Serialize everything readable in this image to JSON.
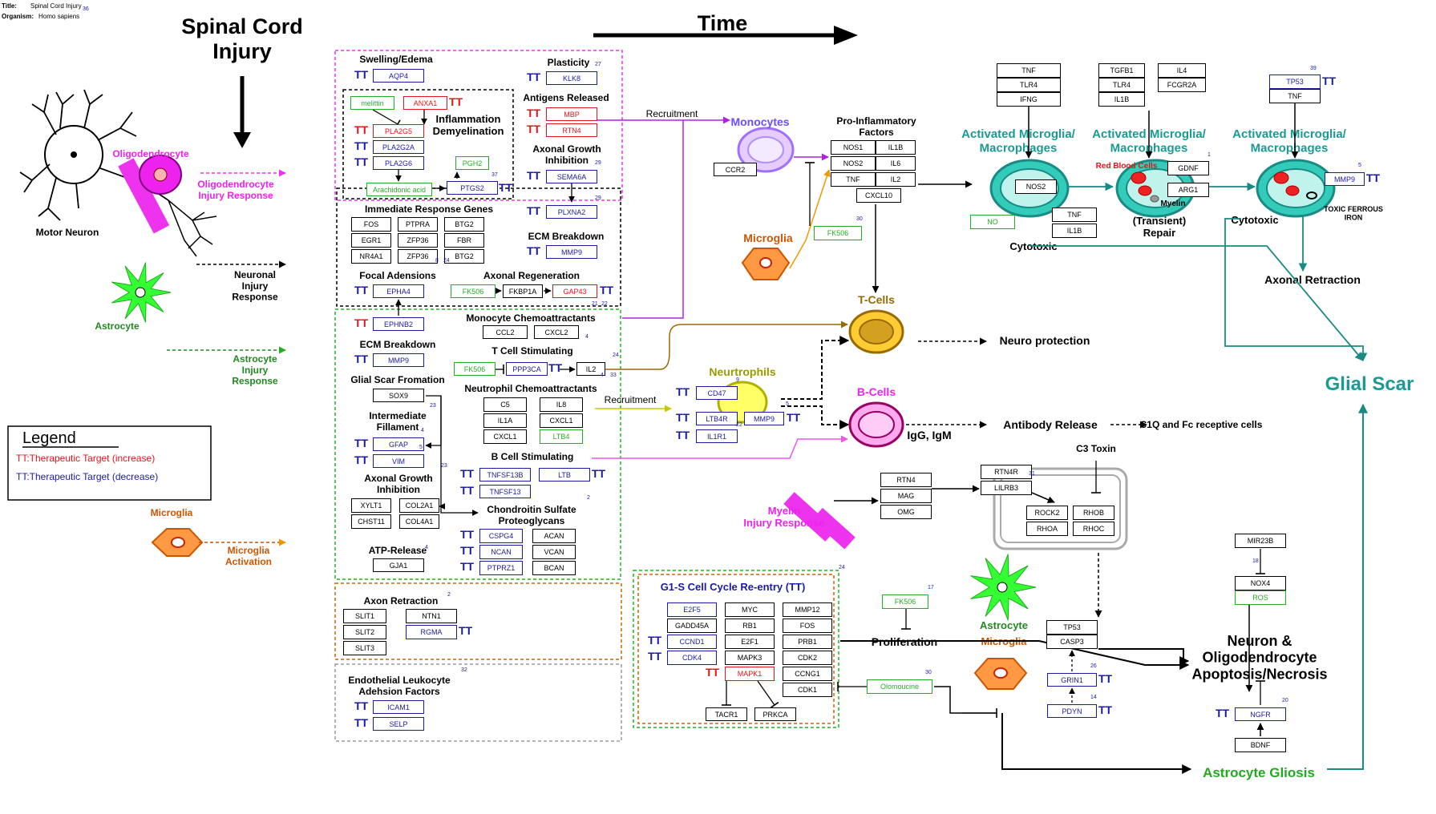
{
  "header": {
    "title_label": "Title:",
    "title_value": "Spinal Cord Injury",
    "organism_label": "Organism:",
    "organism_value": "Homo sapiens",
    "ref": "36"
  },
  "headings": {
    "sci": "Spinal Cord\nInjury",
    "time": "Time"
  },
  "cells": {
    "motor_neuron": "Motor Neuron",
    "oligodendrocyte": "Oligodendrocyte",
    "astrocyte": "Astrocyte",
    "microglia_left": "Microglia",
    "monocytes": "Monocytes",
    "microglia_mid": "Microglia",
    "tcells": "T-Cells",
    "neutrophils": "Neurtrophils",
    "bcells": "B-Cells",
    "astro_microglia_a": "Astrocyte",
    "astro_microglia_b": "Microglia",
    "myelin": "Myelin\nInjury Response"
  },
  "responses": {
    "oligo": "Oligodendrocyte\nInjury Response",
    "neuronal": "Neuronal\nInjury\nResponse",
    "astro": "Astrocyte\nInjury\nResponse",
    "microglia": "Microglia\nActivation"
  },
  "legend": {
    "title": "Legend",
    "increase": "TT:Therapeutic Target (increase)",
    "decrease": "TT:Therapeutic Target (decrease)"
  },
  "labels": [
    {
      "id": "swelling",
      "text": "Swelling/Edema"
    },
    {
      "id": "plasticity",
      "text": "Plasticity"
    },
    {
      "id": "antigens",
      "text": "Antigens Released"
    },
    {
      "id": "inflammation",
      "text": "Inflammation\nDemyelination"
    },
    {
      "id": "axgrowth1",
      "text": "Axonal Growth\nInhibition"
    },
    {
      "id": "ieg",
      "text": "Immediate Response Genes"
    },
    {
      "id": "ecm1",
      "text": "ECM Breakdown"
    },
    {
      "id": "focal",
      "text": "Focal Adensions"
    },
    {
      "id": "axregen",
      "text": "Axonal Regeneration"
    },
    {
      "id": "monochemo",
      "text": "Monocyte Chemoattractants"
    },
    {
      "id": "ecm2",
      "text": "ECM Breakdown"
    },
    {
      "id": "tcellstim",
      "text": "T Cell Stimulating"
    },
    {
      "id": "glialscarform",
      "text": "Glial Scar Fromation"
    },
    {
      "id": "neutrochemo",
      "text": "Neutrophil Chemoattractants"
    },
    {
      "id": "intfil",
      "text": "Intermediate\nFillament"
    },
    {
      "id": "bcellstim",
      "text": "B Cell Stimulating"
    },
    {
      "id": "axgrowth2",
      "text": "Axonal Growth\nInhibition"
    },
    {
      "id": "chondroitin",
      "text": "Chondroitin Sulfate\nProteoglycans"
    },
    {
      "id": "atp",
      "text": "ATP-Release"
    },
    {
      "id": "axretract1",
      "text": "Axon Retraction"
    },
    {
      "id": "endothelial",
      "text": "Endothelial Leukocyte\nAdehsion Factors"
    },
    {
      "id": "g1s",
      "text": "G1-S Cell Cycle Re-entry (TT)"
    },
    {
      "id": "proinflam",
      "text": "Pro-Inflammatory\nFactors"
    },
    {
      "id": "am1",
      "text": "Activated Microglia/\nMacrophages"
    },
    {
      "id": "am2",
      "text": "Activated Microglia/\nMacrophages"
    },
    {
      "id": "am3",
      "text": "Activated Microglia/\nMacrophages"
    },
    {
      "id": "cytotoxic1",
      "text": "Cytotoxic"
    },
    {
      "id": "transient",
      "text": "(Transient)\nRepair"
    },
    {
      "id": "cytotoxic2",
      "text": "Cytotoxic"
    },
    {
      "id": "rbc",
      "text": "Red Blood Cells"
    },
    {
      "id": "myelin_small",
      "text": "Myelin"
    },
    {
      "id": "toxiciron",
      "text": "TOXIC FERROUS\nIRON"
    },
    {
      "id": "axretract2",
      "text": "Axonal Retraction"
    },
    {
      "id": "neuroprot",
      "text": "Neuro protection"
    },
    {
      "id": "glialscar",
      "text": "Glial Scar"
    },
    {
      "id": "igg",
      "text": "IgG, IgM"
    },
    {
      "id": "antibody",
      "text": "Antibody Release"
    },
    {
      "id": "c1q",
      "text": "C1Q and Fc receptive cells"
    },
    {
      "id": "c3",
      "text": "C3 Toxin"
    },
    {
      "id": "prolif",
      "text": "Proliferation"
    },
    {
      "id": "neuronapop",
      "text": "Neuron &\nOligodendrocyte\nApoptosis/Necrosis"
    },
    {
      "id": "astrogliosis",
      "text": "Astrocyte Gliosis"
    },
    {
      "id": "recruit1",
      "text": "Recruitment"
    },
    {
      "id": "recruit2",
      "text": "Recruitment"
    }
  ],
  "genes": [
    {
      "id": "AQP4",
      "text": "AQP4",
      "color": "blue"
    },
    {
      "id": "KLK8",
      "text": "KLK8",
      "color": "blue"
    },
    {
      "id": "melittin",
      "text": "melittin",
      "color": "green"
    },
    {
      "id": "ANXA1",
      "text": "ANXA1",
      "color": "red"
    },
    {
      "id": "MBP",
      "text": "MBP",
      "color": "red"
    },
    {
      "id": "RTN4a",
      "text": "RTN4",
      "color": "red"
    },
    {
      "id": "PLA2G5",
      "text": "PLA2G5",
      "color": "red"
    },
    {
      "id": "PLA2G2A",
      "text": "PLA2G2A",
      "color": "blue"
    },
    {
      "id": "PLA2G6",
      "text": "PLA2G6",
      "color": "blue"
    },
    {
      "id": "PGH2",
      "text": "PGH2",
      "color": "green"
    },
    {
      "id": "SEMA6A",
      "text": "SEMA6A",
      "color": "blue"
    },
    {
      "id": "Arachidonic",
      "text": "Arachidonic acid",
      "color": "green"
    },
    {
      "id": "PTGS2",
      "text": "PTGS2",
      "color": "blue"
    },
    {
      "id": "PLXNA2",
      "text": "PLXNA2",
      "color": "blue"
    },
    {
      "id": "FOS1",
      "text": "FOS",
      "color": "black"
    },
    {
      "id": "PTPRA",
      "text": "PTPRA",
      "color": "black"
    },
    {
      "id": "BTG2a",
      "text": "BTG2",
      "color": "black"
    },
    {
      "id": "EGR1",
      "text": "EGR1",
      "color": "black"
    },
    {
      "id": "ZFP36a",
      "text": "ZFP36",
      "color": "black"
    },
    {
      "id": "FBR",
      "text": "FBR",
      "color": "black"
    },
    {
      "id": "NR4A1",
      "text": "NR4A1",
      "color": "black"
    },
    {
      "id": "ZFP36b",
      "text": "ZFP36",
      "color": "black"
    },
    {
      "id": "BTG2b",
      "text": "BTG2",
      "color": "black"
    },
    {
      "id": "MMP9a",
      "text": "MMP9",
      "color": "blue"
    },
    {
      "id": "EPHA4",
      "text": "EPHA4",
      "color": "blue"
    },
    {
      "id": "FK506a",
      "text": "FK506",
      "color": "green"
    },
    {
      "id": "FKBP1A",
      "text": "FKBP1A",
      "color": "black"
    },
    {
      "id": "GAP43",
      "text": "GAP43",
      "color": "red"
    },
    {
      "id": "EPHNB2",
      "text": "EPHNB2",
      "color": "blue"
    },
    {
      "id": "CCL2",
      "text": "CCL2",
      "color": "black"
    },
    {
      "id": "CXCL2",
      "text": "CXCL2",
      "color": "black"
    },
    {
      "id": "MMP9b",
      "text": "MMP9",
      "color": "blue"
    },
    {
      "id": "FK506b",
      "text": "FK506",
      "color": "green"
    },
    {
      "id": "PPP3CA",
      "text": "PPP3CA",
      "color": "blue"
    },
    {
      "id": "IL2a",
      "text": "IL2",
      "color": "black"
    },
    {
      "id": "SOX9",
      "text": "SOX9",
      "color": "black"
    },
    {
      "id": "C5",
      "text": "C5",
      "color": "black"
    },
    {
      "id": "IL8",
      "text": "IL8",
      "color": "black"
    },
    {
      "id": "IL1A",
      "text": "IL1A",
      "color": "black"
    },
    {
      "id": "CXCL1",
      "text": "CXCL1",
      "color": "black"
    },
    {
      "id": "CXCL1b",
      "text": "CXCL1",
      "color": "black"
    },
    {
      "id": "LTB4",
      "text": "LTB4",
      "color": "green"
    },
    {
      "id": "GFAP",
      "text": "GFAP",
      "color": "blue"
    },
    {
      "id": "VIM",
      "text": "VIM",
      "color": "blue"
    },
    {
      "id": "TNFSF13B",
      "text": "TNFSF13B",
      "color": "blue"
    },
    {
      "id": "LTB",
      "text": "LTB",
      "color": "blue"
    },
    {
      "id": "TNFSF13",
      "text": "TNFSF13",
      "color": "blue"
    },
    {
      "id": "XYLT1",
      "text": "XYLT1",
      "color": "black"
    },
    {
      "id": "COL2A1",
      "text": "COL2A1",
      "color": "black"
    },
    {
      "id": "CHST11",
      "text": "CHST11",
      "color": "black"
    },
    {
      "id": "COL4A1",
      "text": "COL4A1",
      "color": "black"
    },
    {
      "id": "CSPG4",
      "text": "CSPG4",
      "color": "blue"
    },
    {
      "id": "ACAN",
      "text": "ACAN",
      "color": "black"
    },
    {
      "id": "NCAN",
      "text": "NCAN",
      "color": "blue"
    },
    {
      "id": "VCAN",
      "text": "VCAN",
      "color": "black"
    },
    {
      "id": "PTPRZ1",
      "text": "PTPRZ1",
      "color": "blue"
    },
    {
      "id": "BCAN",
      "text": "BCAN",
      "color": "black"
    },
    {
      "id": "GJA1",
      "text": "GJA1",
      "color": "black"
    },
    {
      "id": "SLIT1",
      "text": "SLIT1",
      "color": "black"
    },
    {
      "id": "NTN1",
      "text": "NTN1",
      "color": "black"
    },
    {
      "id": "SLIT2",
      "text": "SLIT2",
      "color": "black"
    },
    {
      "id": "RGMA",
      "text": "RGMA",
      "color": "blue"
    },
    {
      "id": "SLIT3",
      "text": "SLIT3",
      "color": "black"
    },
    {
      "id": "ICAM1",
      "text": "ICAM1",
      "color": "blue"
    },
    {
      "id": "SELP",
      "text": "SELP",
      "color": "blue"
    },
    {
      "id": "E2F5",
      "text": "E2F5",
      "color": "blue"
    },
    {
      "id": "MYC",
      "text": "MYC",
      "color": "black"
    },
    {
      "id": "MMP12",
      "text": "MMP12",
      "color": "black"
    },
    {
      "id": "GADD45A",
      "text": "GADD45A",
      "color": "black"
    },
    {
      "id": "RB1",
      "text": "RB1",
      "color": "black"
    },
    {
      "id": "FOS2",
      "text": "FOS",
      "color": "black"
    },
    {
      "id": "CCND1",
      "text": "CCND1",
      "color": "blue"
    },
    {
      "id": "E2F1",
      "text": "E2F1",
      "color": "black"
    },
    {
      "id": "PRB1",
      "text": "PRB1",
      "color": "black"
    },
    {
      "id": "CDK4",
      "text": "CDK4",
      "color": "blue"
    },
    {
      "id": "MAPK3",
      "text": "MAPK3",
      "color": "black"
    },
    {
      "id": "CDK2",
      "text": "CDK2",
      "color": "black"
    },
    {
      "id": "MAPK1",
      "text": "MAPK1",
      "color": "red"
    },
    {
      "id": "CCNG1",
      "text": "CCNG1",
      "color": "black"
    },
    {
      "id": "CDK1",
      "text": "CDK1",
      "color": "black"
    },
    {
      "id": "TACR1",
      "text": "TACR1",
      "color": "black"
    },
    {
      "id": "PRKCA",
      "text": "PRKCA",
      "color": "black"
    },
    {
      "id": "CCR2",
      "text": "CCR2",
      "color": "black"
    },
    {
      "id": "NOS1",
      "text": "NOS1",
      "color": "black"
    },
    {
      "id": "IL1Ba",
      "text": "IL1B",
      "color": "black"
    },
    {
      "id": "NOS2a",
      "text": "NOS2",
      "color": "black"
    },
    {
      "id": "IL6",
      "text": "IL6",
      "color": "black"
    },
    {
      "id": "TNFa",
      "text": "TNF",
      "color": "black"
    },
    {
      "id": "IL2b",
      "text": "IL2",
      "color": "black"
    },
    {
      "id": "CXCL10",
      "text": "CXCL10",
      "color": "black"
    },
    {
      "id": "FK506c",
      "text": "FK506",
      "color": "green"
    },
    {
      "id": "TNFb",
      "text": "TNF",
      "color": "black"
    },
    {
      "id": "TLR4a",
      "text": "TLR4",
      "color": "black"
    },
    {
      "id": "IFNG",
      "text": "IFNG",
      "color": "black"
    },
    {
      "id": "TGFB1",
      "text": "TGFB1",
      "color": "black"
    },
    {
      "id": "IL4",
      "text": "IL4",
      "color": "black"
    },
    {
      "id": "TLR4b",
      "text": "TLR4",
      "color": "black"
    },
    {
      "id": "FCGR2A",
      "text": "FCGR2A",
      "color": "black"
    },
    {
      "id": "IL1Bb",
      "text": "IL1B",
      "color": "black"
    },
    {
      "id": "TP53a",
      "text": "TP53",
      "color": "blue"
    },
    {
      "id": "TNFc",
      "text": "TNF",
      "color": "black"
    },
    {
      "id": "NOS2b",
      "text": "NOS2",
      "color": "black"
    },
    {
      "id": "NO",
      "text": "NO",
      "color": "green"
    },
    {
      "id": "TNFd",
      "text": "TNF",
      "color": "black"
    },
    {
      "id": "IL1Bc",
      "text": "IL1B",
      "color": "black"
    },
    {
      "id": "GDNF",
      "text": "GDNF",
      "color": "black"
    },
    {
      "id": "ARG1",
      "text": "ARG1",
      "color": "black"
    },
    {
      "id": "MMP9d",
      "text": "MMP9",
      "color": "blue"
    },
    {
      "id": "CD47",
      "text": "CD47",
      "color": "blue"
    },
    {
      "id": "LTB4R",
      "text": "LTB4R",
      "color": "blue"
    },
    {
      "id": "MMP9c",
      "text": "MMP9",
      "color": "blue"
    },
    {
      "id": "IL1R1",
      "text": "IL1R1",
      "color": "blue"
    },
    {
      "id": "RTN4b",
      "text": "RTN4",
      "color": "black"
    },
    {
      "id": "MAG",
      "text": "MAG",
      "color": "black"
    },
    {
      "id": "OMG",
      "text": "OMG",
      "color": "black"
    },
    {
      "id": "RTN4R",
      "text": "RTN4R",
      "color": "black"
    },
    {
      "id": "LILRB3",
      "text": "LILRB3",
      "color": "black"
    },
    {
      "id": "ROCK2",
      "text": "ROCK2",
      "color": "black"
    },
    {
      "id": "RHOB",
      "text": "RHOB",
      "color": "black"
    },
    {
      "id": "RHOA",
      "text": "RHOA",
      "color": "black"
    },
    {
      "id": "RHOC",
      "text": "RHOC",
      "color": "black"
    },
    {
      "id": "FK506d",
      "text": "FK506",
      "color": "green"
    },
    {
      "id": "Olomoucine",
      "text": "Olomoucine",
      "color": "green"
    },
    {
      "id": "TP53b",
      "text": "TP53",
      "color": "black"
    },
    {
      "id": "CASP3",
      "text": "CASP3",
      "color": "black"
    },
    {
      "id": "GRIN1",
      "text": "GRIN1",
      "color": "blue"
    },
    {
      "id": "PDYN",
      "text": "PDYN",
      "color": "blue"
    },
    {
      "id": "MIR23B",
      "text": "MIR23B",
      "color": "black"
    },
    {
      "id": "NOX4",
      "text": "NOX4",
      "color": "black"
    },
    {
      "id": "ROS",
      "text": "ROS",
      "color": "green"
    },
    {
      "id": "NGFR",
      "text": "NGFR",
      "color": "blue"
    },
    {
      "id": "BDNF",
      "text": "BDNF",
      "color": "black"
    }
  ],
  "tts": [
    {
      "id": "tt1",
      "color": "blue",
      "text": "TT"
    },
    {
      "id": "tt2",
      "color": "blue",
      "text": "TT"
    },
    {
      "id": "tt3",
      "color": "red",
      "text": "TT"
    },
    {
      "id": "tt4",
      "color": "red",
      "text": "TT"
    },
    {
      "id": "tt5",
      "color": "red",
      "text": "TT"
    },
    {
      "id": "tt6",
      "color": "red",
      "text": "TT"
    },
    {
      "id": "tt7",
      "color": "blue",
      "text": "TT"
    },
    {
      "id": "tt8",
      "color": "blue",
      "text": "TT"
    },
    {
      "id": "tt9",
      "color": "blue",
      "text": "TT"
    },
    {
      "id": "tt10",
      "color": "blue",
      "text": "TT"
    },
    {
      "id": "tt11",
      "color": "blue",
      "text": "TT"
    },
    {
      "id": "tt12",
      "color": "blue",
      "text": "TT"
    },
    {
      "id": "tt13",
      "color": "blue",
      "text": "TT"
    },
    {
      "id": "tt14",
      "color": "blue",
      "text": "TT"
    },
    {
      "id": "tt15",
      "color": "red",
      "text": "TT"
    },
    {
      "id": "tt16",
      "color": "blue",
      "text": "TT"
    },
    {
      "id": "tt17",
      "color": "blue",
      "text": "TT"
    },
    {
      "id": "tt18",
      "color": "blue",
      "text": "TT"
    },
    {
      "id": "tt19",
      "color": "blue",
      "text": "TT"
    },
    {
      "id": "tt20",
      "color": "blue",
      "text": "TT"
    },
    {
      "id": "tt21",
      "color": "blue",
      "text": "TT"
    },
    {
      "id": "tt22",
      "color": "blue",
      "text": "TT"
    },
    {
      "id": "tt23",
      "color": "blue",
      "text": "TT"
    },
    {
      "id": "tt24",
      "color": "blue",
      "text": "TT"
    },
    {
      "id": "tt25",
      "color": "blue",
      "text": "TT"
    },
    {
      "id": "tt26",
      "color": "blue",
      "text": "TT"
    },
    {
      "id": "tt27",
      "color": "blue",
      "text": "TT"
    },
    {
      "id": "tt28",
      "color": "blue",
      "text": "TT"
    },
    {
      "id": "tt29",
      "color": "blue",
      "text": "TT"
    },
    {
      "id": "tt30",
      "color": "blue",
      "text": "TT"
    },
    {
      "id": "tt31",
      "color": "red",
      "text": "TT"
    },
    {
      "id": "tt32",
      "color": "blue",
      "text": "TT"
    },
    {
      "id": "tt33",
      "color": "blue",
      "text": "TT"
    },
    {
      "id": "tt34",
      "color": "blue",
      "text": "TT"
    },
    {
      "id": "tt35",
      "color": "blue",
      "text": "TT"
    },
    {
      "id": "tt36",
      "color": "blue",
      "text": "TT"
    },
    {
      "id": "tt37",
      "color": "blue",
      "text": "TT"
    },
    {
      "id": "tt38",
      "color": "blue",
      "text": "TT"
    },
    {
      "id": "tt39",
      "color": "blue",
      "text": "TT"
    },
    {
      "id": "tt40",
      "color": "blue",
      "text": "TT"
    },
    {
      "id": "tt41",
      "color": "blue",
      "text": "TT"
    },
    {
      "id": "tt42",
      "color": "blue",
      "text": "TT"
    },
    {
      "id": "tt43",
      "color": "blue",
      "text": "TT"
    },
    {
      "id": "tt44",
      "color": "blue",
      "text": "TT"
    },
    {
      "id": "tt45",
      "color": "blue",
      "text": "TT"
    }
  ],
  "refs": [
    "27",
    "37",
    "29",
    "29",
    "8",
    "24",
    "21",
    "22",
    "4",
    "4",
    "33",
    "24",
    "23",
    "4",
    "5",
    "23",
    "2",
    "4",
    "2",
    "32",
    "24",
    "30",
    "1",
    "39",
    "5",
    "17",
    "30",
    "26",
    "14",
    "20",
    "18",
    "9",
    "22",
    "5",
    "31",
    "23"
  ]
}
